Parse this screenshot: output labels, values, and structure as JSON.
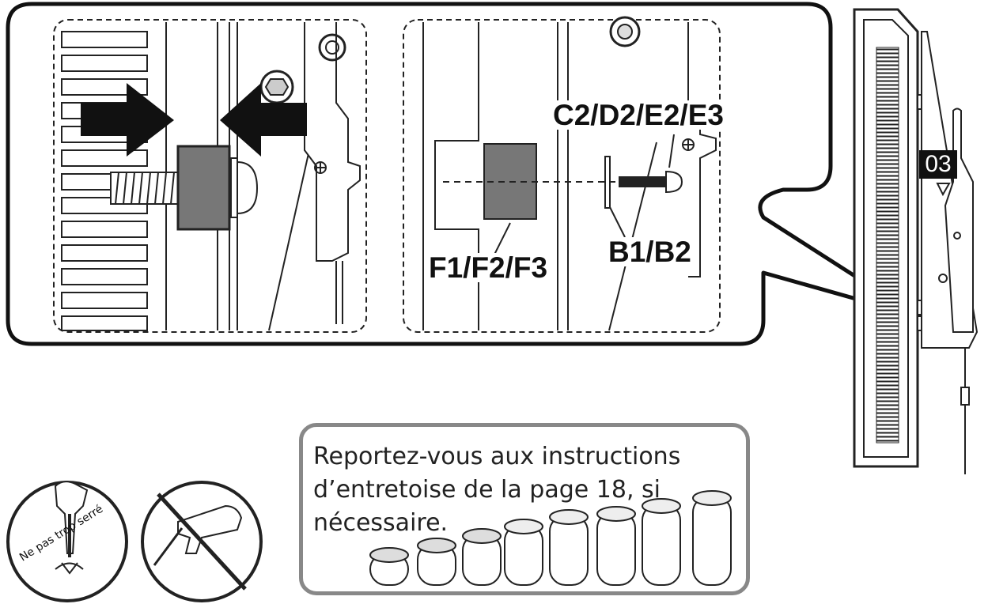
{
  "labels": {
    "hardware_top": "C2/D2/E2/E3",
    "spacers": "F1/F2/F3",
    "washers": "B1/B2",
    "step_number": "03"
  },
  "note": {
    "text": "Reportez-vous aux instructions d’entretoise de la page 18, si nécessaire."
  },
  "warning": {
    "tighten_text": "Ne pas trop serré"
  },
  "colors": {
    "line": "#111111",
    "gray_fill": "#777777",
    "dark_fill": "#222222",
    "note_border": "#888888"
  }
}
